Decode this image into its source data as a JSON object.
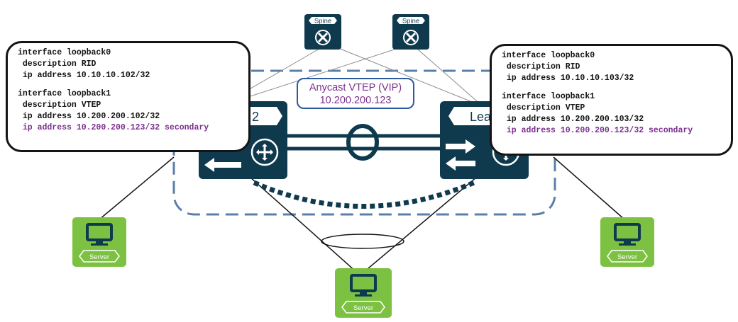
{
  "vip": {
    "title": "Anycast VTEP  (VIP)",
    "address": "10.200.200.123"
  },
  "spines": [
    {
      "label": "Spine"
    },
    {
      "label": "Spine"
    }
  ],
  "leafs": [
    {
      "label": "2"
    },
    {
      "label": "Lea"
    }
  ],
  "servers": [
    {
      "label": "Server"
    },
    {
      "label": "Server"
    },
    {
      "label": "Server"
    }
  ],
  "left_config": {
    "lines": [
      "interface loopback0",
      " description RID",
      " ip address 10.10.10.102/32",
      "interface loopback1",
      " description VTEP",
      " ip address 10.200.200.102/32",
      " ip address 10.200.200.123/32 secondary"
    ]
  },
  "right_config": {
    "lines": [
      "interface loopback0",
      " description RID",
      " ip address 10.10.10.103/32",
      "interface loopback1",
      " description VTEP",
      " ip address 10.200.200.103/32",
      " ip address 10.200.200.123/32 secondary"
    ]
  },
  "colors": {
    "device": "#0f3a4e",
    "server": "#7dc142",
    "highlight": "#7b2f8f",
    "dashed_border": "#5a7fa8"
  }
}
